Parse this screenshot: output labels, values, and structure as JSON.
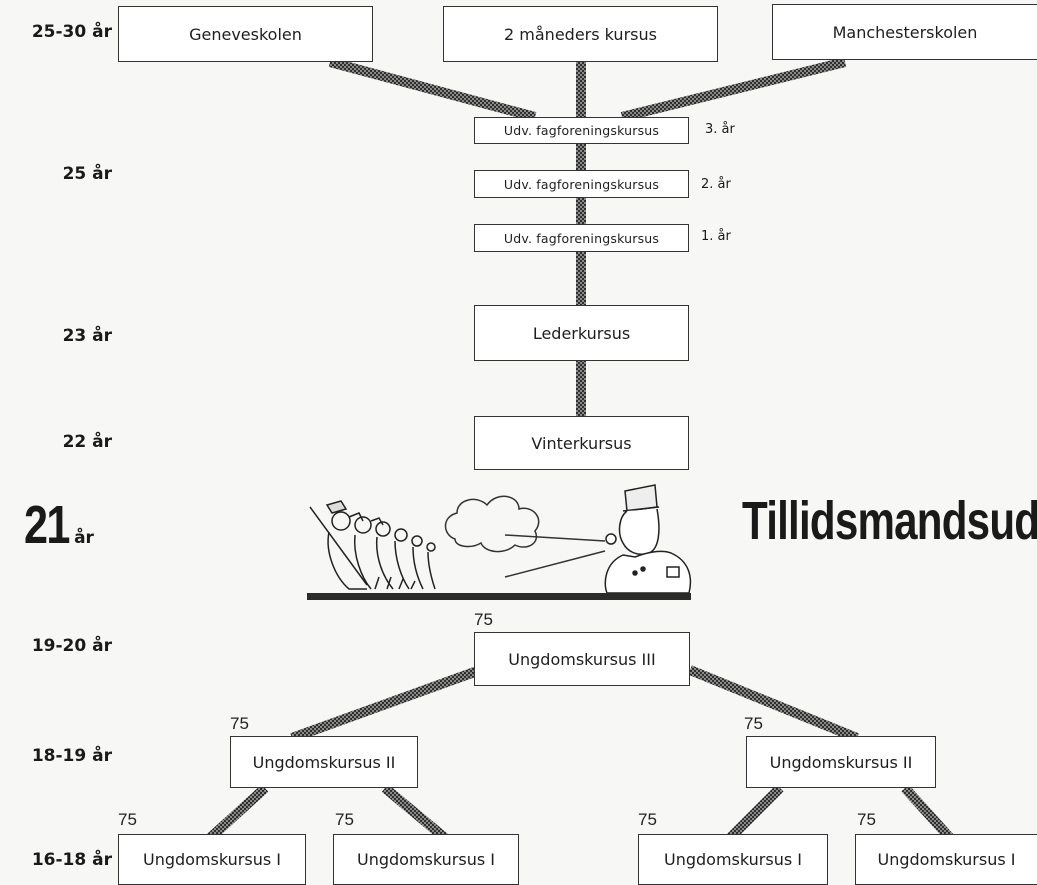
{
  "ages": {
    "a25_30": "25-30 år",
    "a25": "25 år",
    "a23": "23 år",
    "a22": "22 år",
    "a21_num": "21",
    "a21_unit": "år",
    "a19_20": "19-20 år",
    "a18_19": "18-19 år",
    "a16_18": "16-18 år"
  },
  "top": {
    "geneva": "Geneveskolen",
    "two_months": "2 måneders kursus",
    "manchester": "Manchesterskolen"
  },
  "union": {
    "course_label": "Udv. fagforeningskursus",
    "y3": "3. år",
    "y2": "2. år",
    "y1": "1. år"
  },
  "leader": "Lederkursus",
  "winter": "Vinterkursus",
  "heading": "Tillidsmandsud",
  "youth": {
    "iii": "Ungdomskursus III",
    "ii_left": "Ungdomskursus II",
    "ii_right": "Ungdomskursus II",
    "i_1": "Ungdomskursus I",
    "i_2": "Ungdomskursus I",
    "i_3": "Ungdomskursus I",
    "i_4": "Ungdomskursus I"
  },
  "counts": {
    "iii": "75",
    "ii_left": "75",
    "ii_right": "75",
    "i_1": "75",
    "i_2": "75",
    "i_3": "75",
    "i_4": "75"
  },
  "colors": {
    "connector": "#555555",
    "box_border": "#333333",
    "ground": "#2b2b2b"
  }
}
